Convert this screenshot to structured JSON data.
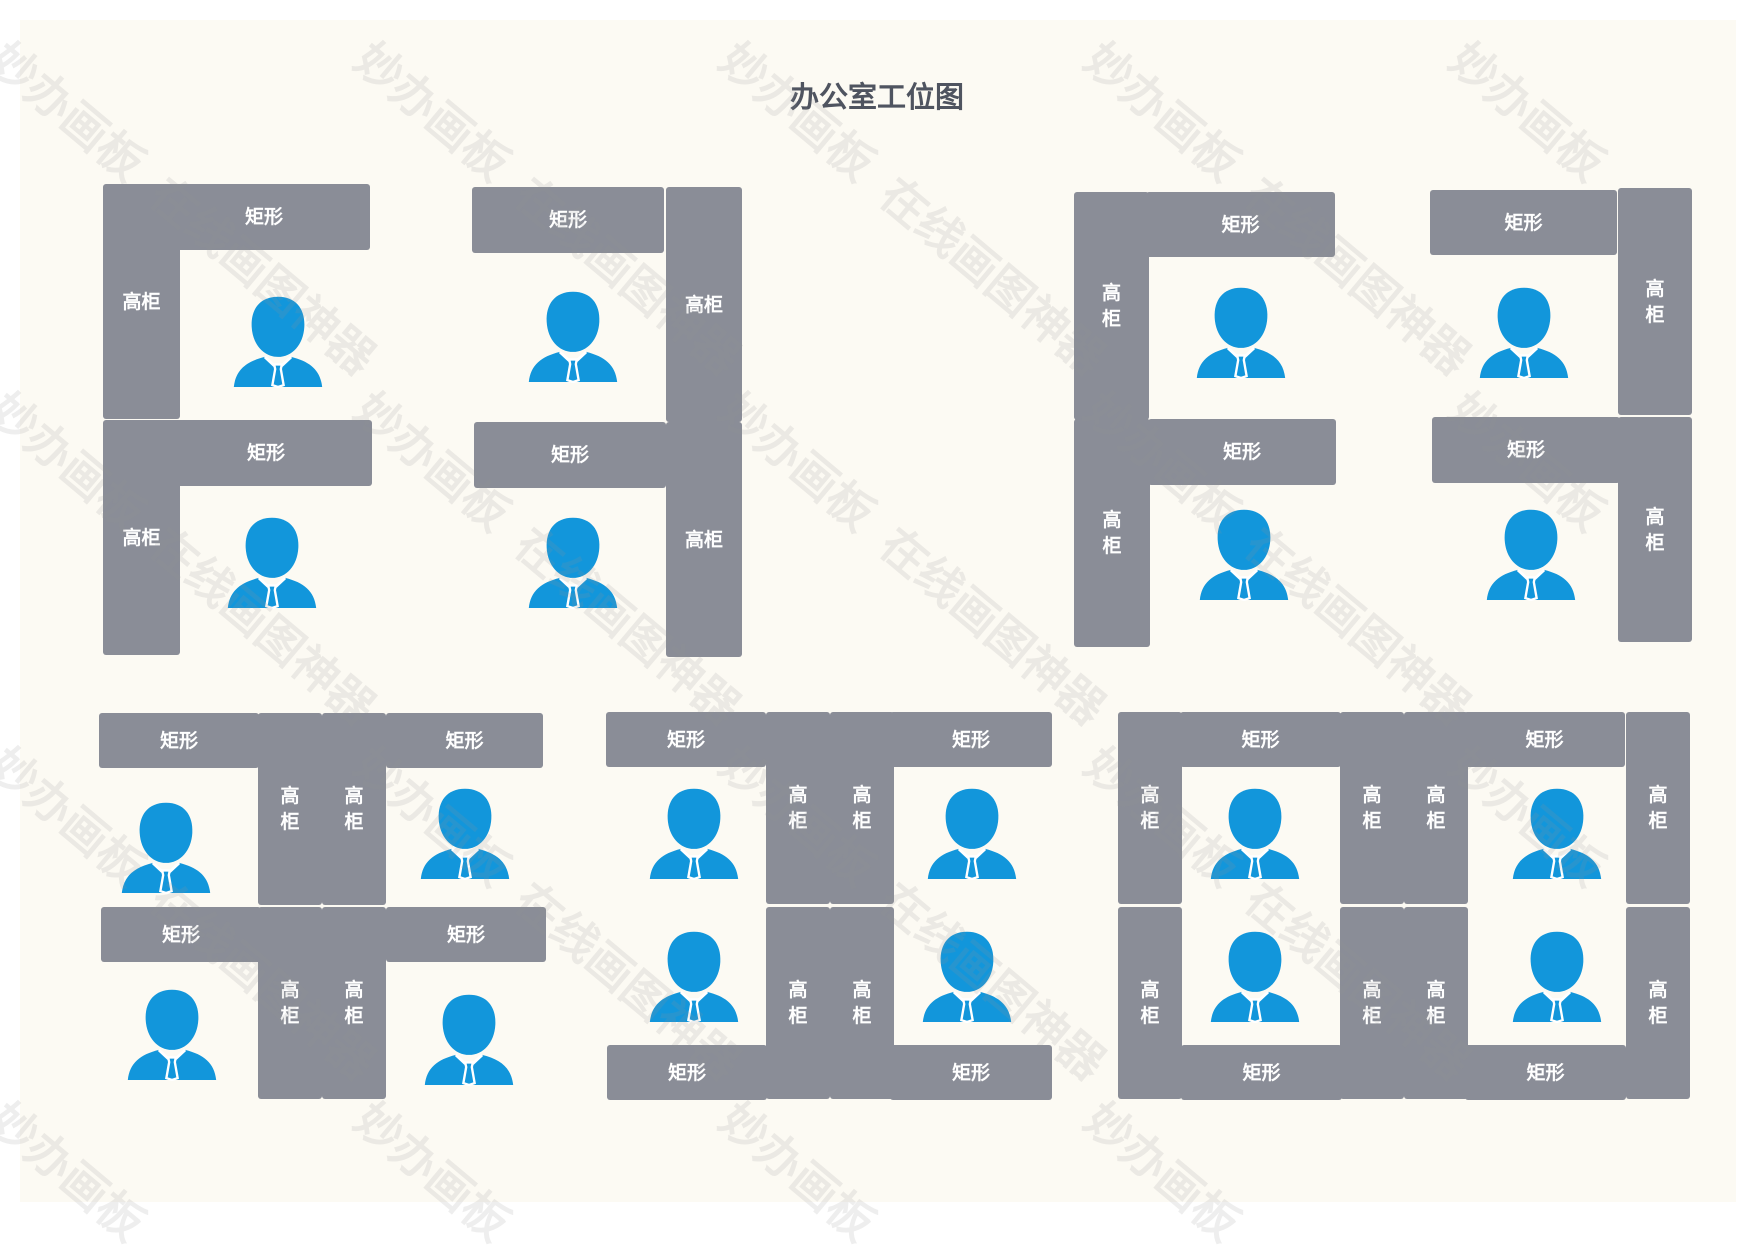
{
  "title": "办公室工位图",
  "labels": {
    "desk": "矩形",
    "cabinet": "高柜"
  },
  "colors": {
    "background": "#fcfaf3",
    "furniture": "#8a8d97",
    "person": "#1296db"
  },
  "watermark": {
    "brand": "妙办画板",
    "slogan": "在线画图神器"
  },
  "icons": [
    "person-icon"
  ]
}
